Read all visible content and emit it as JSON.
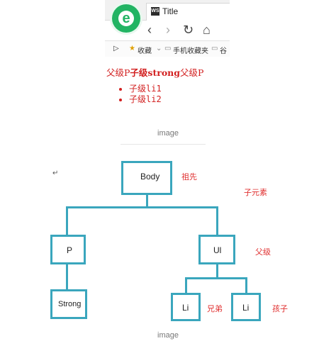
{
  "browser": {
    "tab_title": "Title",
    "tab_favicon_text": "WS",
    "logo_letter": "e",
    "nav": {
      "back": "‹",
      "forward": "›",
      "refresh": "↻",
      "home": "⌂"
    },
    "bookmarks": [
      {
        "icon": "▷",
        "label": ""
      },
      {
        "icon": "★",
        "label": "收藏"
      },
      {
        "icon": "▭",
        "label": "手机收藏夹"
      },
      {
        "icon": "▭",
        "label": "谷"
      }
    ],
    "favorites_chevron": "⌄"
  },
  "page": {
    "parent_p": {
      "before": "父级P",
      "strong": "子级strong",
      "after": "父级P"
    },
    "list_items": [
      "子级li1",
      "子级li2"
    ]
  },
  "captions": {
    "first": "image",
    "second": "image"
  },
  "diagram": {
    "nodes": {
      "body": "Body",
      "p": "P",
      "ul": "Ul",
      "strong": "Strong",
      "li1": "Li",
      "li2": "Li"
    },
    "edit_marker": "↵",
    "annotations": {
      "ancestor": "祖先",
      "children": "子元素",
      "parent": "父级",
      "sibling": "兄弟",
      "child": "孩子"
    }
  },
  "colors": {
    "accent": "#3aa6bd",
    "text_red": "#d21f1f",
    "logo_green": "#22b463"
  }
}
